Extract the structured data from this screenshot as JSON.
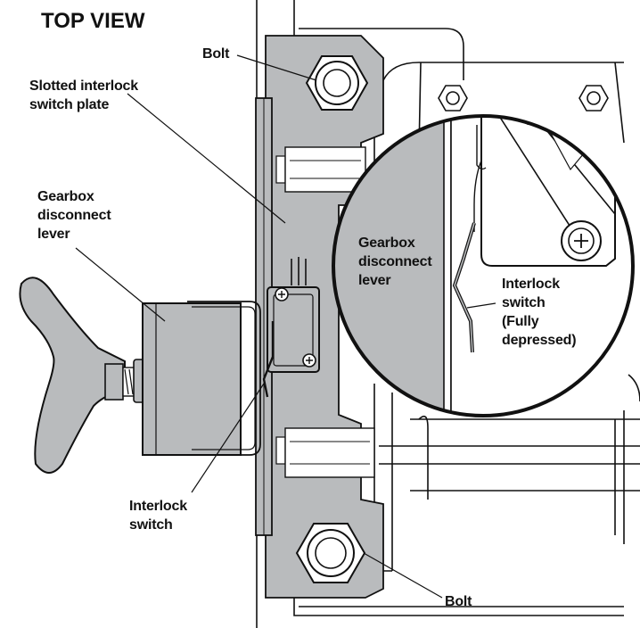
{
  "title": "TOP VIEW",
  "labels": {
    "bolt_top": "Bolt",
    "slotted_plate": "Slotted interlock\nswitch plate",
    "gearbox_lever_main": "Gearbox\ndisconnect\nlever",
    "interlock_switch_main": "Interlock\nswitch",
    "bolt_bottom": "Bolt",
    "gearbox_lever_detail": "Gearbox\ndisconnect\nlever",
    "interlock_switch_detail": "Interlock\nswitch\n(Fully\ndepressed)"
  },
  "colors": {
    "gray_part": "#b9bbbd",
    "line": "#111111",
    "background": "#ffffff"
  }
}
